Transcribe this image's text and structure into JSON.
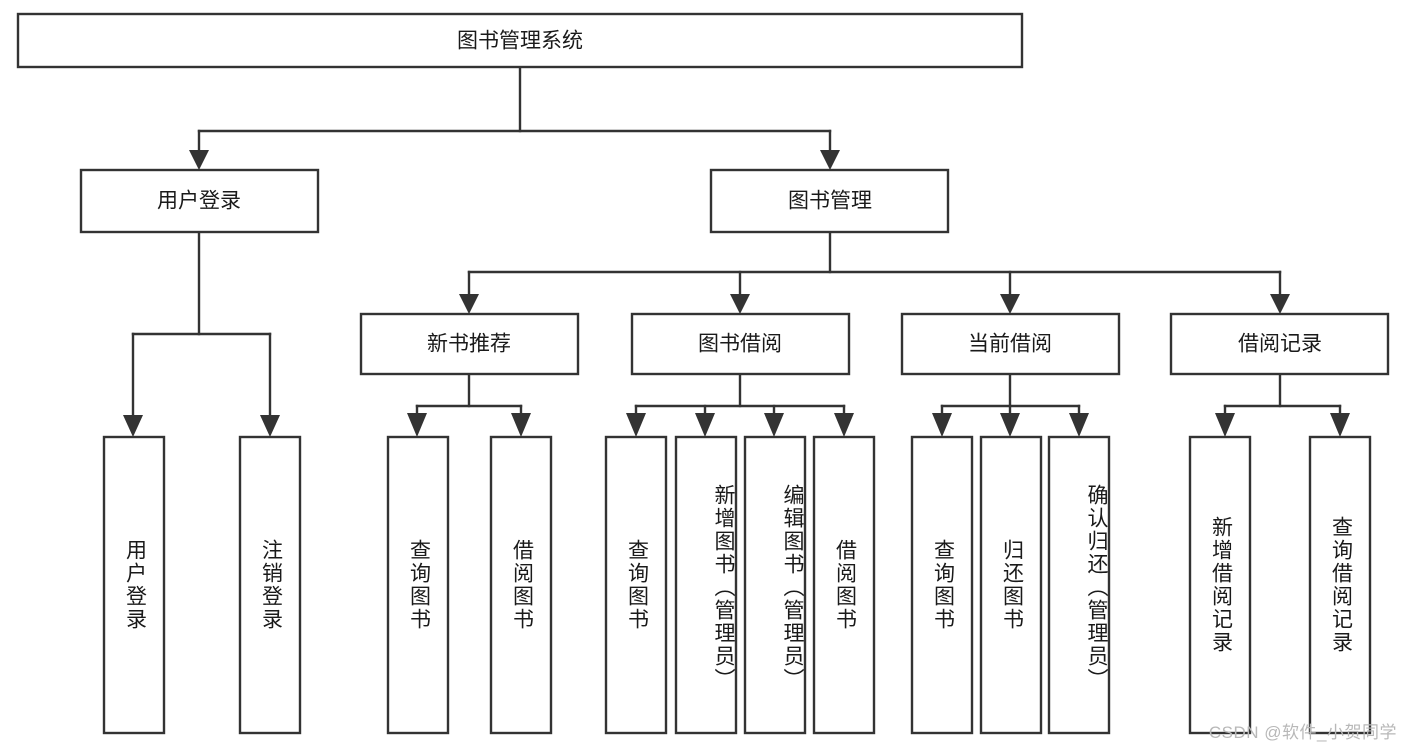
{
  "diagram": {
    "title": "图书管理系统",
    "type": "tree",
    "root": {
      "label": "图书管理系统"
    },
    "level2": [
      {
        "label": "用户登录"
      },
      {
        "label": "图书管理"
      }
    ],
    "level3": [
      {
        "label": "新书推荐"
      },
      {
        "label": "图书借阅"
      },
      {
        "label": "当前借阅"
      },
      {
        "label": "借阅记录"
      }
    ],
    "leaves": {
      "user_login": [
        {
          "label": "用户登录"
        },
        {
          "label": "注销登录"
        }
      ],
      "new_book_recommend": [
        {
          "label": "查询图书"
        },
        {
          "label": "借阅图书"
        }
      ],
      "book_borrow": [
        {
          "label": "查询图书"
        },
        {
          "label": "新增图书（管理员）"
        },
        {
          "label": "编辑图书（管理员）"
        },
        {
          "label": "借阅图书"
        }
      ],
      "current_borrow": [
        {
          "label": "查询图书"
        },
        {
          "label": "归还图书"
        },
        {
          "label": "确认归还（管理员）"
        }
      ],
      "borrow_record": [
        {
          "label": "新增借阅记录"
        },
        {
          "label": "查询借阅记录"
        }
      ]
    }
  },
  "watermark": {
    "text": "CSDN @软件_小贺同学",
    "color": "#b8b8b8"
  },
  "style": {
    "stroke_color": "#333333",
    "fill_color": "#ffffff",
    "text_color": "#1a1a1a",
    "background": "#ffffff"
  }
}
